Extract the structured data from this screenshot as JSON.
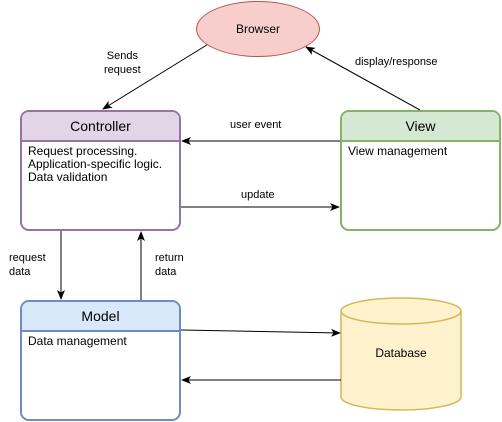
{
  "nodes": {
    "browser": {
      "label": "Browser"
    },
    "controller": {
      "title": "Controller",
      "body": [
        "Request processing.",
        "Application-specific logic.",
        "Data validation"
      ]
    },
    "view": {
      "title": "View",
      "body": "View management"
    },
    "model": {
      "title": "Model",
      "body": "Data management"
    },
    "database": {
      "label": "Database"
    }
  },
  "edges": {
    "sends_request": [
      "Sends",
      "request"
    ],
    "display_response": "display/response",
    "user_event": "user event",
    "update": "update",
    "request_data": [
      "request",
      "data"
    ],
    "return_data": [
      "return",
      "data"
    ]
  },
  "colors": {
    "browser_fill": "#f8cecc",
    "browser_stroke": "#b85450",
    "controller_fill": "#e1d5e7",
    "controller_stroke": "#9673a6",
    "view_fill": "#d5e8d4",
    "view_stroke": "#82b366",
    "model_fill": "#dae8fc",
    "model_stroke": "#6c8ebf",
    "database_fill": "#fff2cc",
    "database_stroke": "#d6b656"
  }
}
